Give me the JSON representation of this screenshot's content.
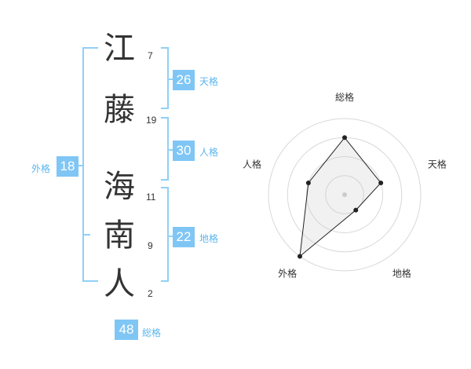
{
  "name": {
    "chars": [
      {
        "char": "江",
        "strokes": "7"
      },
      {
        "char": "藤",
        "strokes": "19"
      },
      {
        "char": "海",
        "strokes": "11"
      },
      {
        "char": "南",
        "strokes": "9"
      },
      {
        "char": "人",
        "strokes": "2"
      }
    ]
  },
  "fortunes": {
    "ten": {
      "value": "26",
      "label": "天格"
    },
    "jin": {
      "value": "30",
      "label": "人格"
    },
    "chi": {
      "value": "22",
      "label": "地格"
    },
    "gai": {
      "value": "18",
      "label": "外格"
    },
    "so": {
      "value": "48",
      "label": "総格"
    }
  },
  "colors": {
    "accent": "#7fc6f5",
    "accent_text": "#5bb5ee",
    "bracket": "#8fd0f7"
  },
  "chart_data": {
    "type": "radar",
    "axes": [
      "総格",
      "天格",
      "地格",
      "外格",
      "人格"
    ],
    "rings": 4,
    "values": [
      3,
      2,
      1,
      4,
      2
    ],
    "max": 4,
    "grid": true
  }
}
